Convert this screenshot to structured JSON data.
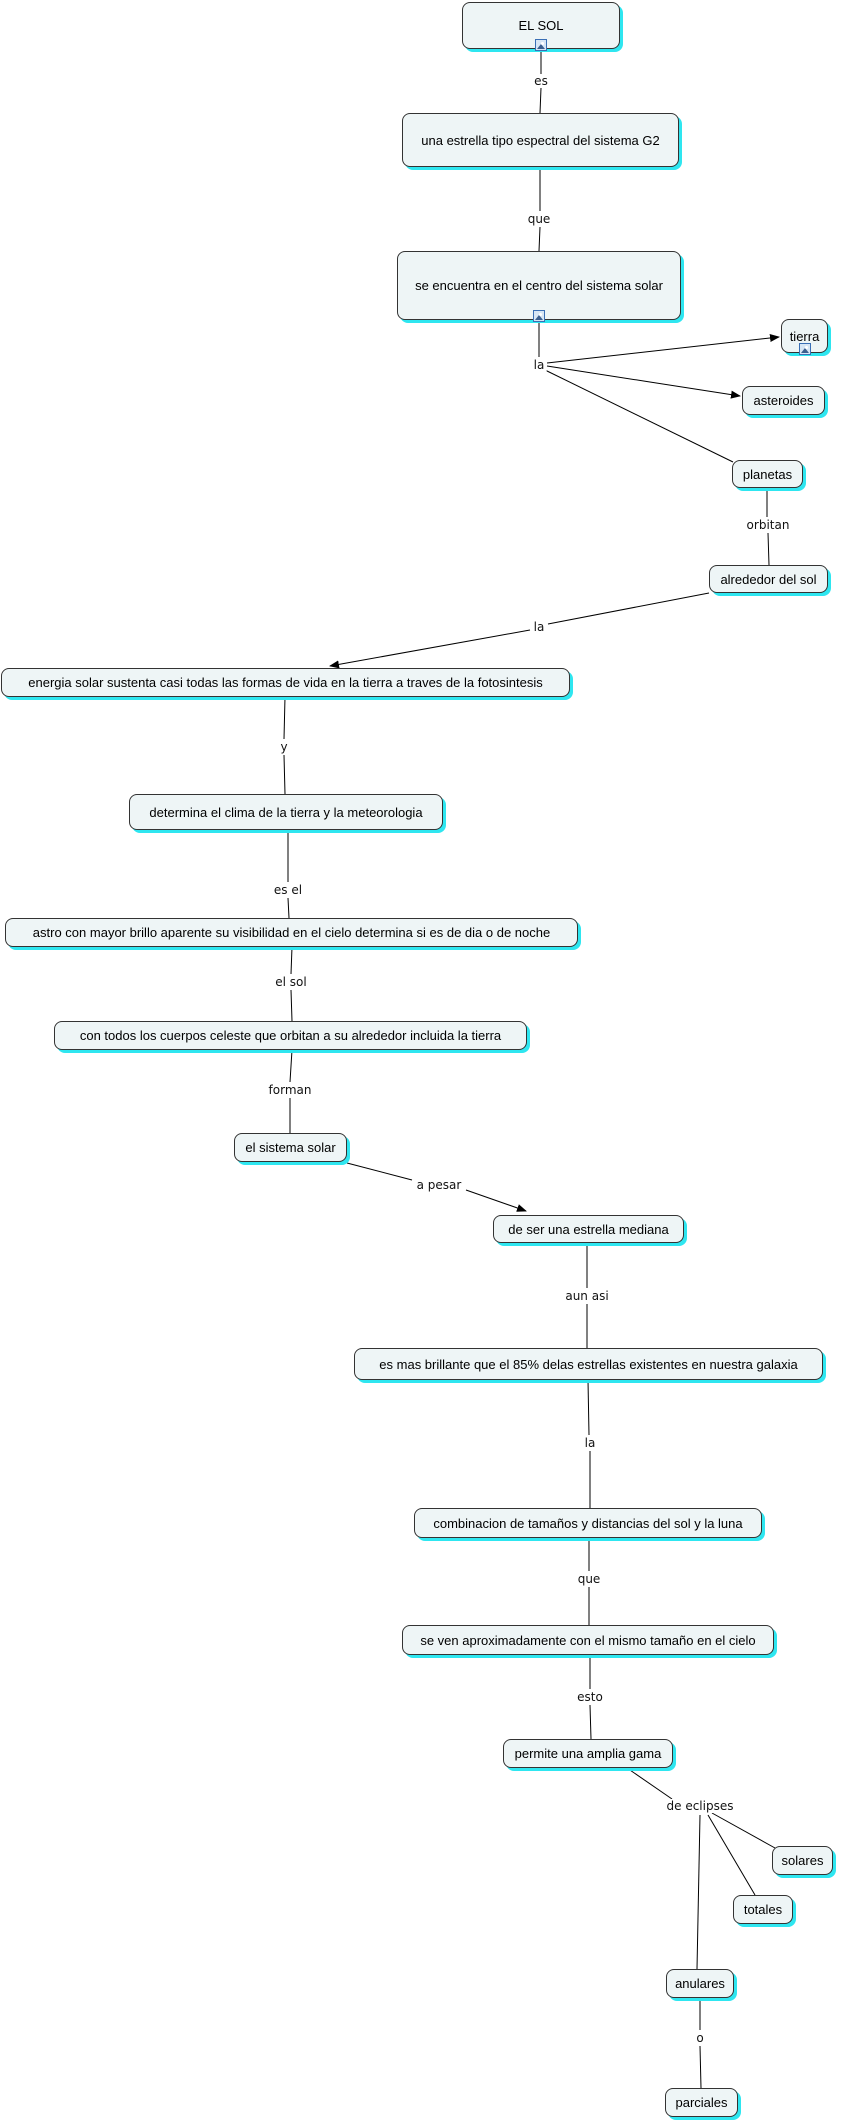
{
  "concept_map": {
    "root": "EL SOL",
    "concepts": {
      "sol": "EL SOL",
      "estrella": "una estrella tipo espectral del sistema G2",
      "centro": "se encuentra en el centro del sistema solar",
      "tierra": "tierra",
      "asteroides": "asteroides",
      "planetas": "planetas",
      "alrededor": "alrededor del sol",
      "energia": "energia solar sustenta casi todas las formas de vida en la tierra a traves de la fotosintesis",
      "clima": "determina el clima de la tierra y la meteorologia",
      "astro": "astro con mayor brillo aparente su visibilidad en el cielo determina si es de dia o de noche",
      "cuerpos": "con todos los cuerpos celeste que orbitan a su alrededor incluida la tierra",
      "sistema": "el sistema solar",
      "mediana": "de ser una estrella mediana",
      "brillante": "es mas brillante que el 85% delas estrellas existentes en nuestra galaxia",
      "combinacion": "combinacion de tamaños y distancias del sol y la luna",
      "ven": "se ven aproximadamente con el mismo tamaño en el cielo",
      "gama": "permite una amplia gama",
      "solares": "solares",
      "totales": "totales",
      "anulares": "anulares",
      "parciales": "parciales"
    },
    "linking_phrases": {
      "es": "es",
      "que1": "que",
      "la1": "la",
      "orbitan": "orbitan",
      "la2": "la",
      "y": "y",
      "esel": "es el",
      "elsol": "el sol",
      "forman": "forman",
      "apesar": "a pesar",
      "aunasi": "aun asi",
      "la3": "la",
      "que2": "que",
      "esto": "esto",
      "eclipses": "de eclipses",
      "o": "o"
    },
    "icons": {
      "sol": "image-icon",
      "centro": "image-icon",
      "tierra": "image-icon"
    },
    "colors": {
      "node_fill": "#eef5f6",
      "node_border": "#333333",
      "node_shadow": "#2ee6f0",
      "link": "#000000"
    }
  }
}
